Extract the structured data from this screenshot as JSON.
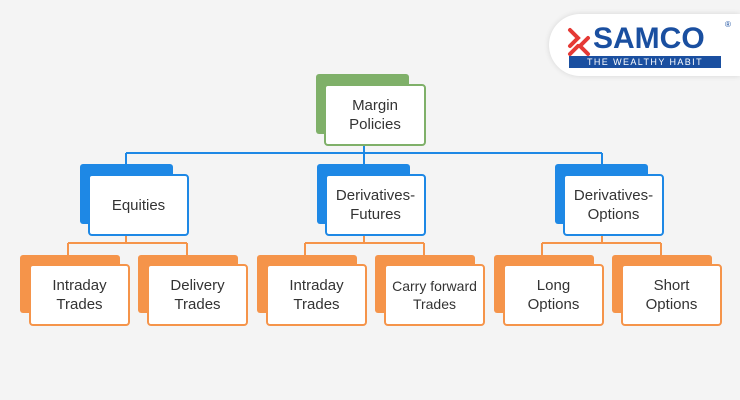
{
  "brand": {
    "name": "SAMCO",
    "tagline": "THE WEALTHY HABIT",
    "registered": "®",
    "primary_color": "#1a4fa0",
    "accent_color": "#e53935"
  },
  "diagram": {
    "colors": {
      "root": "#7fb069",
      "level1": "#1e88e5",
      "level2": "#f5944a",
      "connector": "#1e88e5",
      "connector_leaf": "#f5944a"
    },
    "root": {
      "label": "Margin\nPolicies"
    },
    "branches": [
      {
        "label": "Equities",
        "children": [
          {
            "label": "Intraday\nTrades"
          },
          {
            "label": "Delivery\nTrades"
          }
        ]
      },
      {
        "label": "Derivatives-\nFutures",
        "children": [
          {
            "label": "Intraday\nTrades"
          },
          {
            "label": "Carry forward\nTrades"
          }
        ]
      },
      {
        "label": "Derivatives-\nOptions",
        "children": [
          {
            "label": "Long\nOptions"
          },
          {
            "label": "Short\nOptions"
          }
        ]
      }
    ]
  }
}
